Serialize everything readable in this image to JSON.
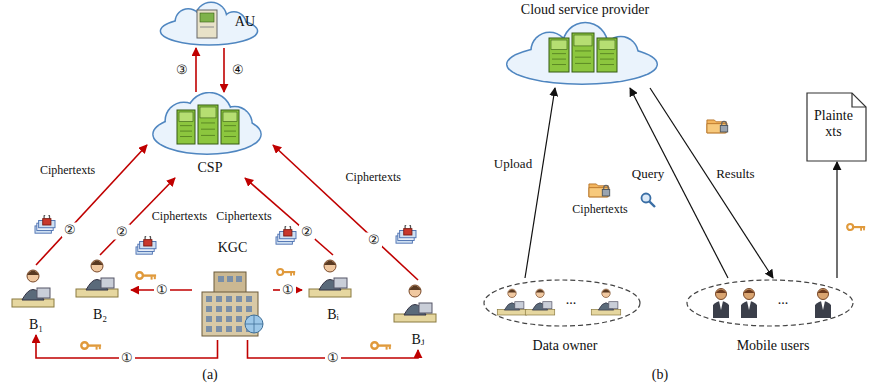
{
  "diagram": {
    "nodes": [
      {
        "text": [
          "AU"
        ]
      },
      {
        "text": [
          "CSP"
        ]
      },
      {
        "text": [
          "KGC"
        ]
      },
      {
        "text": [
          "B₁"
        ]
      },
      {
        "text": [
          "B₂"
        ]
      },
      {
        "text": [
          "Bᵢ"
        ]
      },
      {
        "text": [
          "Bⱼ"
        ]
      },
      {
        "text": [
          "Cloud service provider"
        ]
      },
      {
        "text": [
          "...",
          "Data owner"
        ]
      },
      {
        "text": [
          "...",
          "Mobile users"
        ]
      },
      {
        "text": [
          "Plaintexts"
        ]
      }
    ],
    "edges": [
      {
        "from": 2,
        "to": 3,
        "label": "①",
        "arrow": "to"
      },
      {
        "from": 2,
        "to": 4,
        "label": "①",
        "arrow": "to"
      },
      {
        "from": 2,
        "to": 5,
        "label": "①",
        "arrow": "to"
      },
      {
        "from": 2,
        "to": 6,
        "label": "①",
        "arrow": "to"
      },
      {
        "from": 3,
        "to": 1,
        "label": "Ciphertexts",
        "arrow": "to"
      },
      {
        "from": 4,
        "to": 1,
        "label": "Ciphertexts",
        "arrow": "to"
      },
      {
        "from": 5,
        "to": 1,
        "label": "Ciphertexts",
        "arrow": "to"
      },
      {
        "from": 6,
        "to": 1,
        "label": "Ciphertexts",
        "arrow": "to"
      },
      {
        "from": 1,
        "to": 0,
        "label": "③",
        "arrow": "to"
      },
      {
        "from": 0,
        "to": 1,
        "label": "④",
        "arrow": "to"
      },
      {
        "from": 8,
        "to": 7,
        "label": "Upload",
        "arrow": "to"
      },
      {
        "from": 9,
        "to": 7,
        "label": "Query",
        "arrow": "to"
      },
      {
        "from": 7,
        "to": 9,
        "label": "Results",
        "arrow": "to"
      },
      {
        "from": 9,
        "to": 10,
        "arrow": "to"
      }
    ],
    "labels": [
      "②",
      "②",
      "②",
      "②",
      "Ciphertexts",
      "(a)",
      "(b)"
    ]
  }
}
